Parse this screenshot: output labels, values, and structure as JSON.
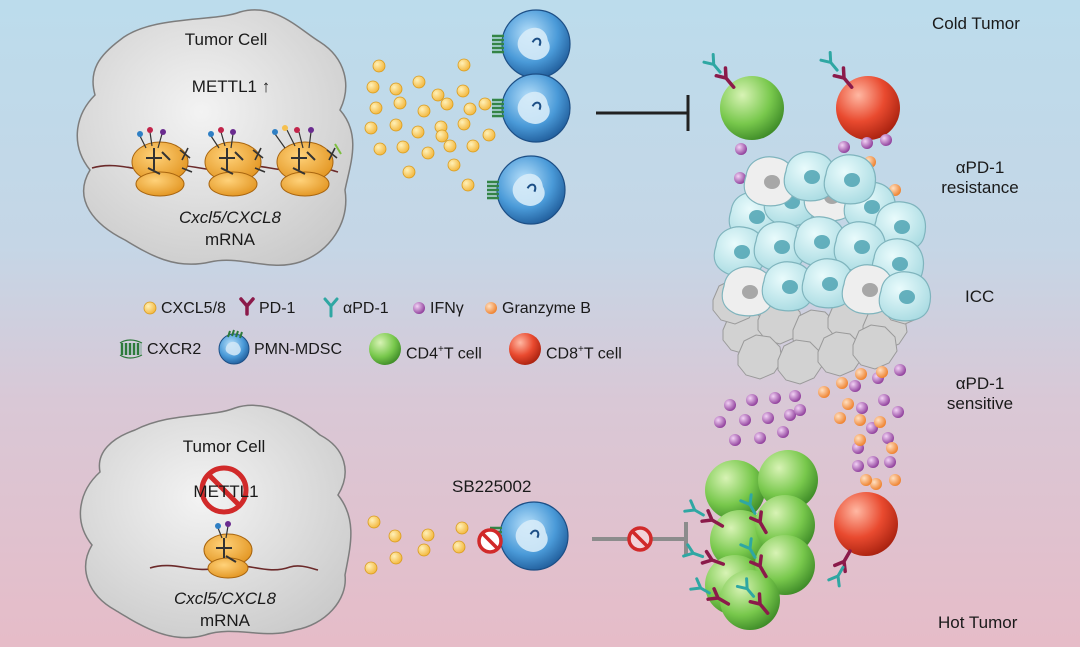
{
  "top": {
    "cell_label": "Tumor Cell",
    "gene_label": "METTL1 ↑",
    "mrna_gene": "Cxcl5/CXCL8",
    "mrna_word": "mRNA",
    "tumor_state": "Cold Tumor",
    "resistance": "αPD-1\nresistance"
  },
  "bottom": {
    "cell_label": "Tumor Cell",
    "gene_label": "METTL1",
    "mrna_gene": "Cxcl5/CXCL8",
    "mrna_word": "mRNA",
    "drug": "SB225002",
    "tumor_state": "Hot Tumor",
    "sensitive": "αPD-1\nsensitive"
  },
  "icc_label": "ICC",
  "legend": {
    "cxcl": "CXCL5/8",
    "pd1": "PD-1",
    "apd1": "αPD-1",
    "ifn": "IFNγ",
    "gzmb": "Granzyme B",
    "cxcr2": "CXCR2",
    "mdsc": "PMN-MDSC",
    "cd4_prefix": "CD4",
    "cd4_suffix": "T cell",
    "cd8_prefix": "CD8",
    "cd8_suffix": "T cell",
    "plus": "+"
  },
  "colors": {
    "cxcl": "#f6c04e",
    "pd1": "#8b1a4a",
    "apd1": "#2fa7a3",
    "ifn": "#9b4aa6",
    "gzmb": "#f08a3c",
    "cd4": "#6cc24a",
    "cd8": "#e0402c",
    "mdsc": "#2f7fc4",
    "inhibit": "#d12a2a"
  }
}
